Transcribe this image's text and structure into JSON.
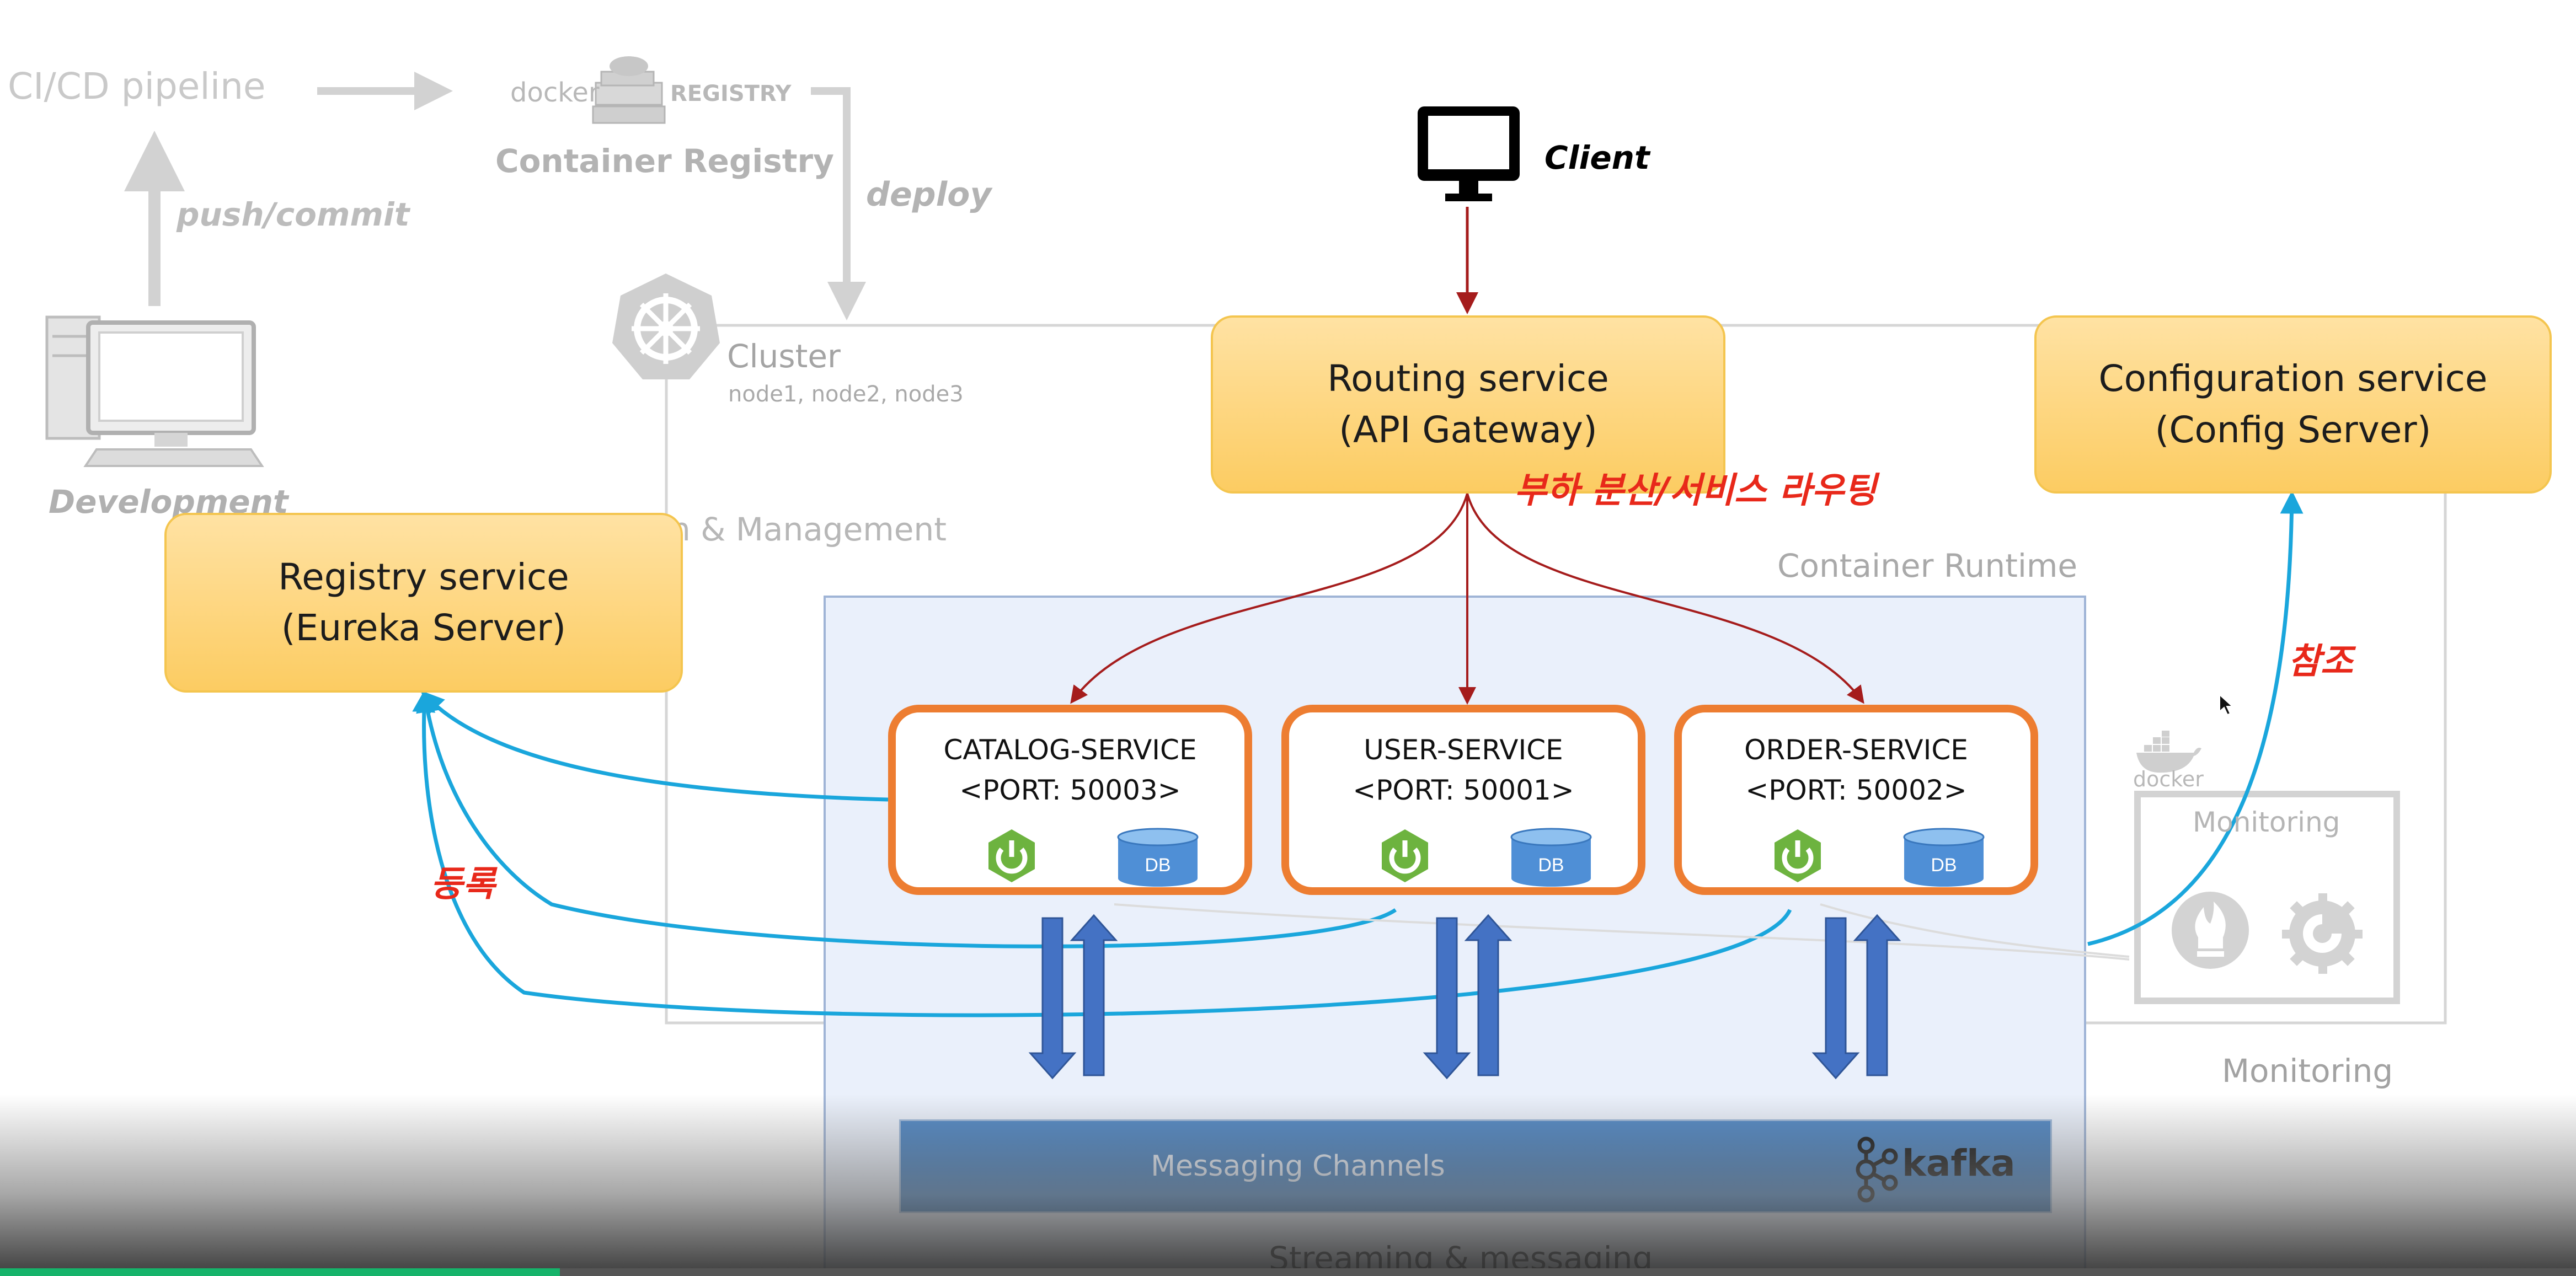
{
  "devops": {
    "cicd_label": "CI/CD pipeline",
    "push_label": "push/commit",
    "registry_logo_docker": "docker",
    "registry_logo_registry": "REGISTRY",
    "registry_label": "Container Registry",
    "deploy_label": "deploy",
    "cluster_title": "Cluster",
    "cluster_nodes": "node1, node2, node3",
    "development_label": "Development",
    "management_label": "n & Management",
    "container_runtime_label": "Container Runtime"
  },
  "client": {
    "label": "Client"
  },
  "routing": {
    "line1": "Routing service",
    "line2": "(API Gateway)"
  },
  "config": {
    "line1": "Configuration service",
    "line2": "(Config Server)"
  },
  "registry": {
    "line1": "Registry service",
    "line2": "(Eureka Server)"
  },
  "services": [
    {
      "name": "CATALOG-SERVICE",
      "port": "<PORT: 50003>",
      "db": "DB"
    },
    {
      "name": "USER-SERVICE",
      "port": "<PORT: 50001>",
      "db": "DB"
    },
    {
      "name": "ORDER-SERVICE",
      "port": "<PORT: 50002>",
      "db": "DB"
    }
  ],
  "notes": {
    "load_balancing": "부하 분산/서비스 라우팅",
    "reference": "참조",
    "register": "등록"
  },
  "monitoring": {
    "docker_label": "docker",
    "inner_label": "Monitoring",
    "outer_label": "Monitoring"
  },
  "messaging": {
    "label": "Messaging Channels",
    "kafka": "kafka",
    "streaming_label": "Streaming & messaging"
  },
  "colors": {
    "service_border": "#ed7d31",
    "orange_box": "#fccc62",
    "red_arrow": "#a51c1c",
    "blue_arrow": "#1aa6dc",
    "note_red": "#e8281a",
    "message_bar": "#2e6db0",
    "vertical_arrow": "#4472c4"
  }
}
